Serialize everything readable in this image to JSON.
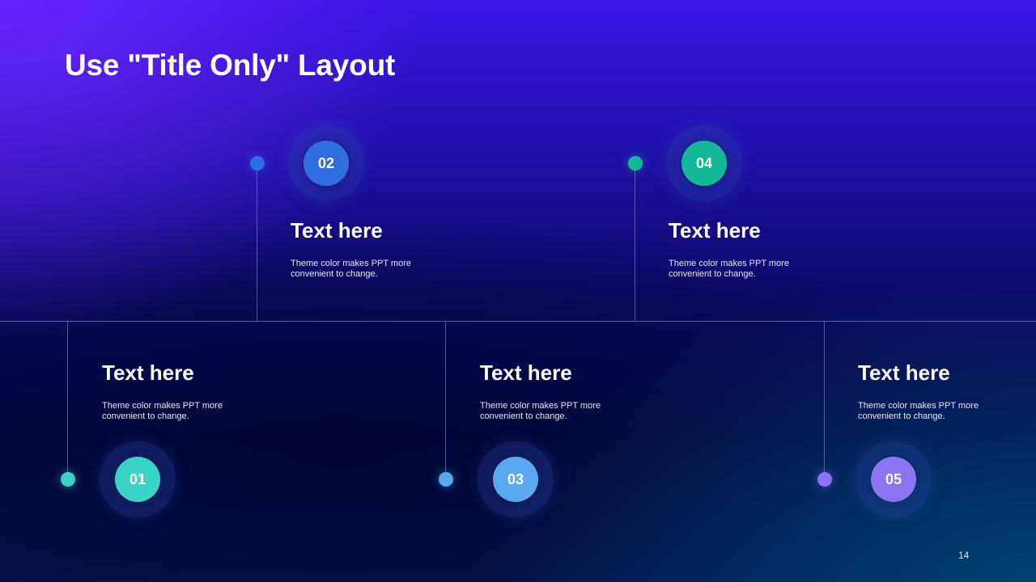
{
  "slide": {
    "title": "Use \"Title Only\" Layout",
    "page_number": "14"
  },
  "items": [
    {
      "number": "01",
      "heading": "Text here",
      "description": "Theme  color makes PPT more convenient  to change.",
      "color": "#3bd3c6"
    },
    {
      "number": "02",
      "heading": "Text here",
      "description": "Theme  color makes PPT more convenient  to change.",
      "color": "#2f6fe0"
    },
    {
      "number": "03",
      "heading": "Text here",
      "description": "Theme  color makes PPT more convenient  to change.",
      "color": "#5aa8ef"
    },
    {
      "number": "04",
      "heading": "Text here",
      "description": "Theme  color makes PPT more convenient  to change.",
      "color": "#12b898"
    },
    {
      "number": "05",
      "heading": "Text here",
      "description": "Theme  color makes PPT more convenient  to change.",
      "color": "#8b74ef"
    }
  ]
}
